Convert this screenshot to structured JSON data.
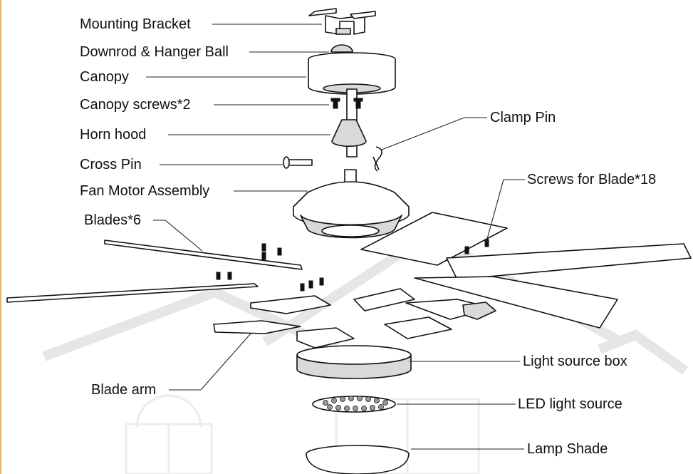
{
  "labels": {
    "mounting_bracket": "Mounting Bracket",
    "downrod": "Downrod & Hanger Ball",
    "canopy": "Canopy",
    "canopy_screws": "Canopy screws*2",
    "horn_hood": "Horn hood",
    "cross_pin": "Cross Pin",
    "fan_motor": "Fan Motor Assembly",
    "blades": "Blades*6",
    "clamp_pin": "Clamp Pin",
    "blade_screws": "Screws for Blade*18",
    "light_box": "Light source box",
    "blade_arm": "Blade arm",
    "led": "LED light source",
    "lamp_shade": "Lamp Shade"
  },
  "colors": {
    "accent_border": "#f2b15a",
    "watermark": "#e6e6e6"
  }
}
